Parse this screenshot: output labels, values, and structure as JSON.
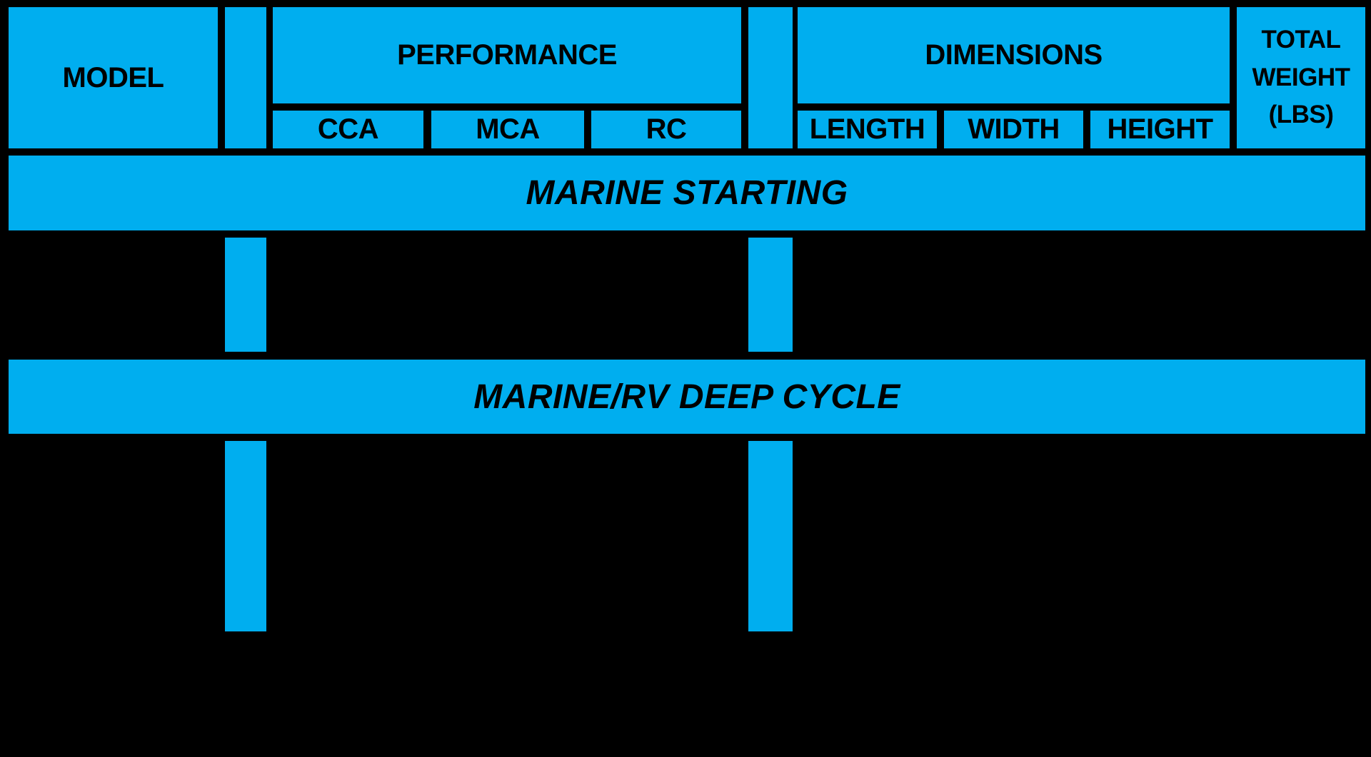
{
  "palette": {
    "accent": "#00AEEF",
    "background": "#000000",
    "text": "#000000"
  },
  "table": {
    "headers": {
      "model": "MODEL",
      "performance": "PERFORMANCE",
      "cca": "CCA",
      "mca": "MCA",
      "rc": "RC",
      "dimensions": "DIMENSIONS",
      "length": "LENGTH",
      "width": "WIDTH",
      "height": "HEIGHT",
      "total_weight": "TOTAL WEIGHT (LBS)"
    },
    "sections": [
      {
        "label": "MARINE STARTING"
      },
      {
        "label": "MARINE/RV DEEP CYCLE"
      }
    ]
  },
  "chart_data": {
    "type": "table",
    "columns": [
      "MODEL",
      "CCA",
      "MCA",
      "RC",
      "LENGTH",
      "WIDTH",
      "HEIGHT",
      "TOTAL WEIGHT (LBS)"
    ],
    "column_groups": [
      {
        "label": "PERFORMANCE",
        "columns": [
          "CCA",
          "MCA",
          "RC"
        ]
      },
      {
        "label": "DIMENSIONS",
        "columns": [
          "LENGTH",
          "WIDTH",
          "HEIGHT"
        ]
      }
    ],
    "sections": [
      {
        "label": "MARINE STARTING",
        "rows": []
      },
      {
        "label": "MARINE/RV DEEP CYCLE",
        "rows": []
      }
    ],
    "note": "Data-row cell values are not visible in the image (black cells on black background); only headers and section titles are rendered."
  }
}
